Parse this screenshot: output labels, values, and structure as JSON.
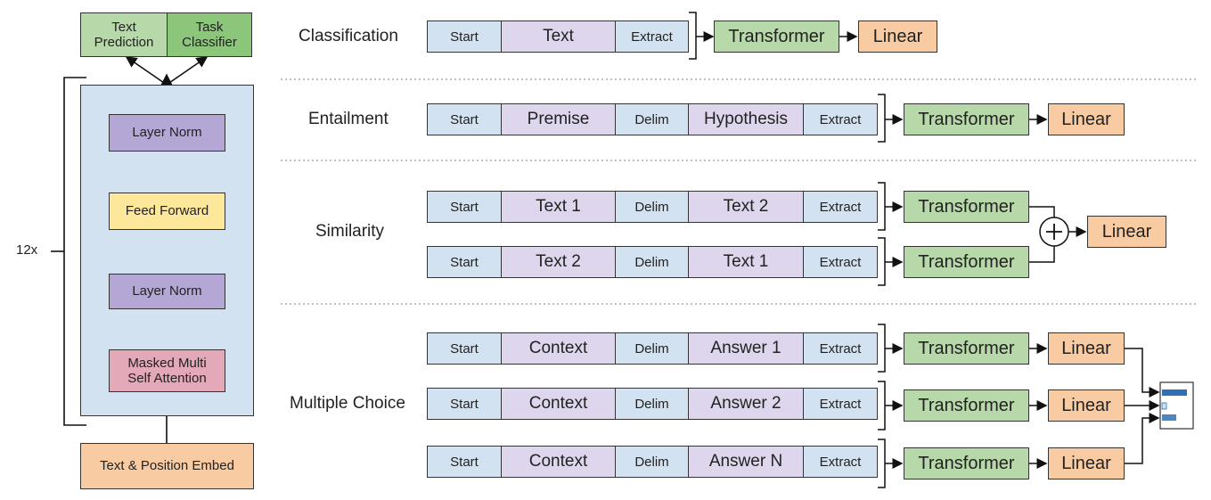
{
  "left": {
    "heads": [
      "Text\nPrediction",
      "Task\nClassifier"
    ],
    "layer_norm_top": "Layer Norm",
    "feed_forward": "Feed Forward",
    "layer_norm_bottom": "Layer Norm",
    "attention": "Masked Multi\nSelf Attention",
    "embed": "Text & Position Embed",
    "repeat": "12x"
  },
  "tasks": {
    "classification": {
      "label": "Classification",
      "cells": [
        "Start",
        "Text",
        "Extract"
      ],
      "transformer": "Transformer",
      "linear": "Linear"
    },
    "entailment": {
      "label": "Entailment",
      "cells": [
        "Start",
        "Premise",
        "Delim",
        "Hypothesis",
        "Extract"
      ],
      "transformer": "Transformer",
      "linear": "Linear"
    },
    "similarity": {
      "label": "Similarity",
      "row1": [
        "Start",
        "Text 1",
        "Delim",
        "Text 2",
        "Extract"
      ],
      "row2": [
        "Start",
        "Text 2",
        "Delim",
        "Text 1",
        "Extract"
      ],
      "transformer": "Transformer",
      "linear": "Linear"
    },
    "multiple_choice": {
      "label": "Multiple Choice",
      "row1": [
        "Start",
        "Context",
        "Delim",
        "Answer 1",
        "Extract"
      ],
      "row2": [
        "Start",
        "Context",
        "Delim",
        "Answer 2",
        "Extract"
      ],
      "row3": [
        "Start",
        "Context",
        "Delim",
        "Answer N",
        "Extract"
      ],
      "transformer": "Transformer",
      "linear": "Linear"
    }
  },
  "colors": {
    "blue": "#d3e2f1",
    "purple": "#ded6ec",
    "green": "#b7d8a8",
    "orange": "#f8cba3",
    "pink": "#e4a9b9",
    "yellow": "#fde79b",
    "lilac": "#b4a7d6"
  }
}
